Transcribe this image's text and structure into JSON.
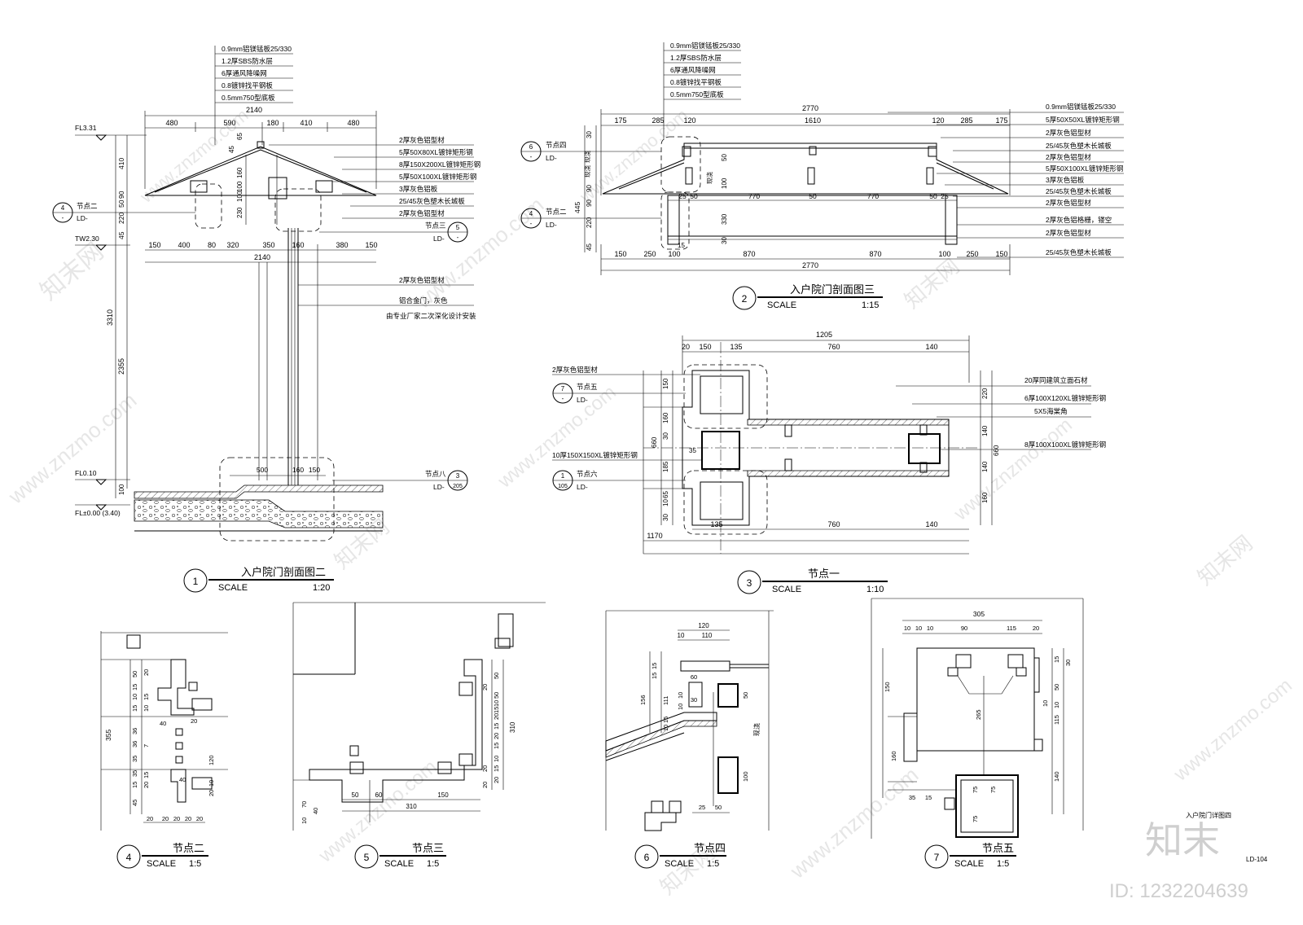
{
  "watermark": {
    "site": "www.znzmo.com",
    "brand": "知末网",
    "logo_text": "知末",
    "id_text": "ID: 1232204639"
  },
  "sheet_no": "LD-104",
  "sheet_note": "入户院门详图四",
  "views": {
    "v1": {
      "number": "1",
      "title": "入户院门剖面图二",
      "scale_label": "SCALE",
      "scale": "1:20"
    },
    "v2": {
      "number": "2",
      "title": "入户院门剖面图三",
      "scale_label": "SCALE",
      "scale": "1:15"
    },
    "v3": {
      "number": "3",
      "title": "节点一",
      "scale_label": "SCALE",
      "scale": "1:10"
    },
    "v4": {
      "number": "4",
      "title": "节点二",
      "scale_label": "SCALE",
      "scale": "1:5"
    },
    "v5": {
      "number": "5",
      "title": "节点三",
      "scale_label": "SCALE",
      "scale": "1:5"
    },
    "v6": {
      "number": "6",
      "title": "节点四",
      "scale_label": "SCALE",
      "scale": "1:5"
    },
    "v7": {
      "number": "7",
      "title": "节点五",
      "scale_label": "SCALE",
      "scale": "1:5"
    }
  },
  "roof_layers": [
    "0.9mm铝镁锰板25/330",
    "1.2厚SBS防水层",
    "6厚通风降噪网",
    "0.8镀锌找平钢板",
    "0.5mm750型底板"
  ],
  "v1": {
    "top_total": "2140",
    "top_dims": [
      "480",
      "590",
      "180",
      "410",
      "480"
    ],
    "bottom_dims": [
      "150",
      "400",
      "80",
      "320",
      "350",
      "160",
      "380",
      "150"
    ],
    "bottom_total": "2140",
    "levels": [
      "FL3.31",
      "TW2.30",
      "FL0.10",
      "FL±0.00 (3.40)"
    ],
    "left_dims": [
      "410",
      "90",
      "50",
      "220",
      "45"
    ],
    "vert_dims": [
      "3310",
      "2355",
      "100"
    ],
    "inner_dims": [
      "65",
      "45",
      "160",
      "100",
      "100",
      "230"
    ],
    "right_notes": [
      "2厚灰色铝型材",
      "5厚50X80XL镀锌矩形钢",
      "8厚150X200XL镀锌矩形钢",
      "5厚50X100XL镀锌矩形钢",
      "3厚灰色铝板",
      "25/45灰色塑木长城板",
      "2厚灰色铝型材"
    ],
    "door_notes": [
      "2厚灰色铝型材",
      "铝合金门，灰色",
      "由专业厂家二次深化设计安装"
    ],
    "base_dims": [
      "500",
      "160",
      "150"
    ],
    "refs": [
      {
        "name": "节点二",
        "num": "4",
        "sheet": "LD-"
      },
      {
        "name": "节点三",
        "num": "5",
        "sheet": "LD-"
      },
      {
        "name": "节点八",
        "num": "3",
        "sheet": "205"
      }
    ]
  },
  "v2": {
    "top_total": "2770",
    "top_dims": [
      "175",
      "285",
      "120",
      "1610",
      "120",
      "285",
      "175"
    ],
    "mid_dims": [
      "25",
      "50",
      "770",
      "50",
      "770",
      "50",
      "25"
    ],
    "bot_dims": [
      "150",
      "250",
      "100",
      "870",
      "870",
      "100",
      "250",
      "150"
    ],
    "bottom_total": "2770",
    "left_dims": [
      "30",
      "90",
      "445",
      "90",
      "220",
      "45"
    ],
    "inner_dims": [
      "100",
      "50",
      "330",
      "30",
      "15"
    ],
    "inner_labels": [
      "现浇",
      "现浇",
      "现浇"
    ],
    "right_notes": [
      "0.9mm铝镁锰板25/330",
      "5厚50X50XL镀锌矩形钢",
      "2厚灰色铝型材",
      "25/45灰色塑木长城板",
      "2厚灰色铝型材",
      "5厚50X100XL镀锌矩形钢",
      "3厚灰色铝板",
      "25/45灰色塑木长城板",
      "2厚灰色铝型材",
      "2厚灰色铝格栅，镂空",
      "2厚灰色铝型材",
      "25/45灰色塑木长城板"
    ],
    "refs": [
      {
        "name": "节点四",
        "num": "6",
        "sheet": "LD-"
      },
      {
        "name": "节点二",
        "num": "4",
        "sheet": "LD-"
      }
    ]
  },
  "v3": {
    "top_total": "1205",
    "top_dims": [
      "20",
      "150",
      "135",
      "760",
      "140"
    ],
    "bottom_dims": [
      "135",
      "760",
      "140"
    ],
    "bottom_total": "1170",
    "left_dims": [
      "150",
      "160",
      "660",
      "30",
      "35",
      "185",
      "65",
      "10",
      "30"
    ],
    "right_dims": [
      "220",
      "140",
      "660",
      "140",
      "160"
    ],
    "left_notes": [
      "2厚灰色铝型材",
      "10厚150X150XL镀锌矩形钢"
    ],
    "right_notes": [
      "20厚同建筑立面石材",
      "6厚100X120XL镀锌矩形钢",
      "5X5海棠角",
      "8厚100X100XL镀锌矩形钢"
    ],
    "refs": [
      {
        "name": "节点五",
        "num": "7",
        "sheet": "LD-"
      },
      {
        "name": "节点六",
        "num": "1",
        "sheet": "105",
        "sheet2": "LD-"
      }
    ]
  },
  "v4": {
    "dims_v": [
      "50",
      "20",
      "15",
      "10",
      "15",
      "15",
      "10",
      "40",
      "36",
      "36",
      "35",
      "7",
      "20",
      "35",
      "15",
      "20",
      "15",
      "45",
      "40",
      "120",
      "10",
      "20"
    ],
    "total": "355",
    "dims_h": [
      "20",
      "20",
      "20",
      "20",
      "20"
    ]
  },
  "v5": {
    "dims_v": [
      "50",
      "50",
      "10",
      "20",
      "15",
      "20",
      "15",
      "20",
      "310",
      "10",
      "15",
      "20",
      "15",
      "20",
      "20"
    ],
    "dims_h": [
      "50",
      "60",
      "150",
      "310"
    ],
    "dims_l": [
      "10",
      "70",
      "40"
    ]
  },
  "v6": {
    "top_dims": [
      "120",
      "110",
      "10"
    ],
    "left_dims": [
      "15",
      "15",
      "156",
      "111",
      "15",
      "10"
    ],
    "inner_dims": [
      "60",
      "10",
      "30",
      "10",
      "50",
      "100",
      "25",
      "50"
    ],
    "label": "现浇"
  },
  "v7": {
    "top_total": "305",
    "top_dims": [
      "10",
      "10",
      "10",
      "90",
      "115",
      "20"
    ],
    "right_dims": [
      "15",
      "30",
      "50",
      "10",
      "115",
      "10",
      "140"
    ],
    "left_dims": [
      "150",
      "160",
      "35",
      "15"
    ],
    "inner_dims": [
      "265",
      "75",
      "75",
      "75"
    ]
  }
}
